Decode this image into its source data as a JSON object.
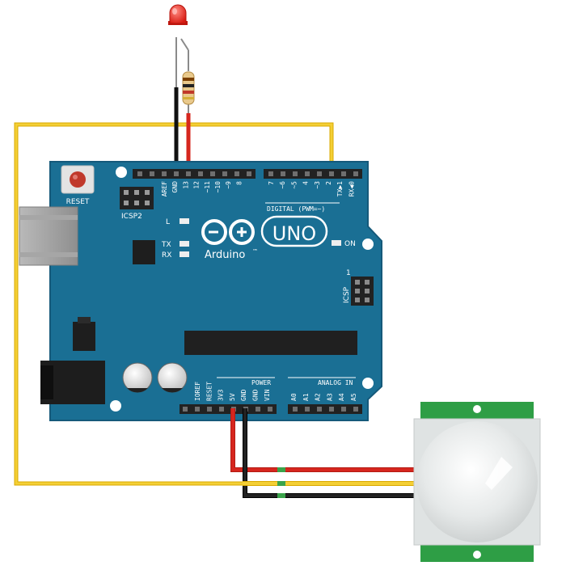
{
  "board": {
    "reset_label": "RESET",
    "icsp2_label": "ICSP2",
    "icsp_label": "ICSP",
    "icsp_pin1": "1",
    "brand": "Arduino",
    "trademark": "™",
    "model": "UNO",
    "on_label": "ON",
    "led_l": "L",
    "led_tx": "TX",
    "led_rx": "RX",
    "digital_label": "DIGITAL (PWM=~)",
    "power_label": "POWER",
    "analog_label": "ANALOG IN",
    "top_pins_left": [
      "AREF",
      "GND",
      "13",
      "12",
      "~11",
      "~10",
      "~9",
      "8"
    ],
    "top_pins_right": [
      "7",
      "~6",
      "~5",
      "4",
      "~3",
      "2",
      "TX▶1",
      "RX◀0"
    ],
    "power_pins": [
      "IOREF",
      "RESET",
      "3V3",
      "5V",
      "GND",
      "GND",
      "VIN"
    ],
    "analog_pins": [
      "A0",
      "A1",
      "A2",
      "A3",
      "A4",
      "A5"
    ]
  },
  "colors": {
    "board": "#1a6f94",
    "board_edge": "#15597a",
    "header": "#222222",
    "wire_red": "#d6261e",
    "wire_black": "#1c1c1c",
    "wire_yellow": "#f1c21b",
    "led_red": "#e8201c",
    "sensor_green": "#2e9e45",
    "dome": "#e9ecec"
  }
}
